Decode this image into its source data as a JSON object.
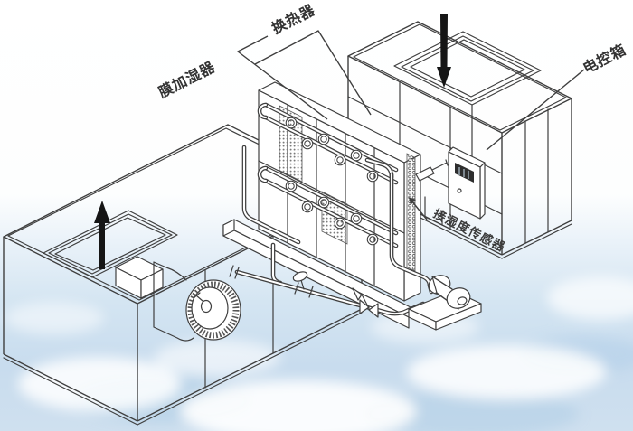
{
  "diagram": {
    "labels": {
      "heat_exchanger": "换热器",
      "membrane_humidifier": "膜加湿器",
      "control_box": "电控箱",
      "humidity_sensor": "接湿度传感器"
    },
    "icons": {
      "airflow_in": "down-arrow",
      "airflow_out": "up-arrow"
    },
    "colors": {
      "line": "#3f3f3f",
      "arrow": "#151515",
      "label_text": "#333333",
      "water_background": "#c8dcee",
      "top_background": "#ffffff"
    }
  }
}
